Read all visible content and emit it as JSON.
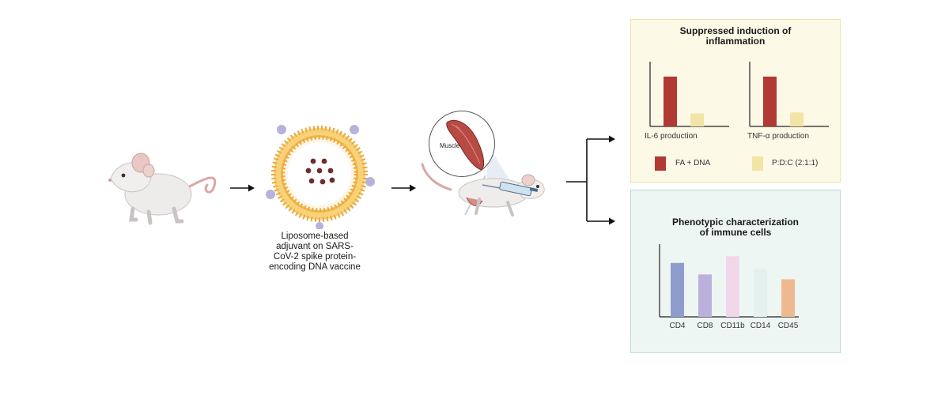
{
  "colors": {
    "fa_dna": "#b13a34",
    "pdc": "#f1e4a6",
    "cd4": "#8e9dcb",
    "cd8": "#bcb0dc",
    "cd11b": "#f2d6ea",
    "cd14": "#e4f1ee",
    "cd45": "#efb98f",
    "top_panel_bg": "#fcf9e6",
    "bottom_panel_bg": "#eef6f3"
  },
  "caption": {
    "line1": "Liposome-based",
    "line2": "adjuvant on SARS-",
    "line3": "CoV-2 spike protein-",
    "line4": "encoding DNA vaccine"
  },
  "injection": {
    "muscle_label": "Muscle"
  },
  "icons": [
    "mouse-icon",
    "liposome-icon",
    "muscle-icon",
    "syringe-icon",
    "arrow-icon"
  ],
  "top_panel": {
    "title_line1": "Suppressed induction of",
    "title_line2": "inflammation",
    "legend": [
      "FA + DNA",
      "P:D:C (2:1:1)"
    ],
    "chart_data": [
      {
        "type": "bar",
        "categories": [
          "FA + DNA",
          "P:D:C (2:1:1)"
        ],
        "values": [
          100,
          26
        ],
        "xlabel": "IL-6 production",
        "ylabel": "",
        "ylim": [
          0,
          130
        ]
      },
      {
        "type": "bar",
        "categories": [
          "FA + DNA",
          "P:D:C (2:1:1)"
        ],
        "values": [
          100,
          28
        ],
        "xlabel": "TNF-α production",
        "ylabel": "",
        "ylim": [
          0,
          130
        ]
      }
    ]
  },
  "bottom_panel": {
    "title_line1": "Phenotypic characterization",
    "title_line2": "of immune cells",
    "chart_data": {
      "type": "bar",
      "categories": [
        "CD4",
        "CD8",
        "CD11b",
        "CD14",
        "CD45"
      ],
      "values": [
        89,
        70,
        100,
        79,
        62
      ],
      "xlabel": "",
      "ylabel": "",
      "ylim": [
        0,
        120
      ]
    }
  }
}
